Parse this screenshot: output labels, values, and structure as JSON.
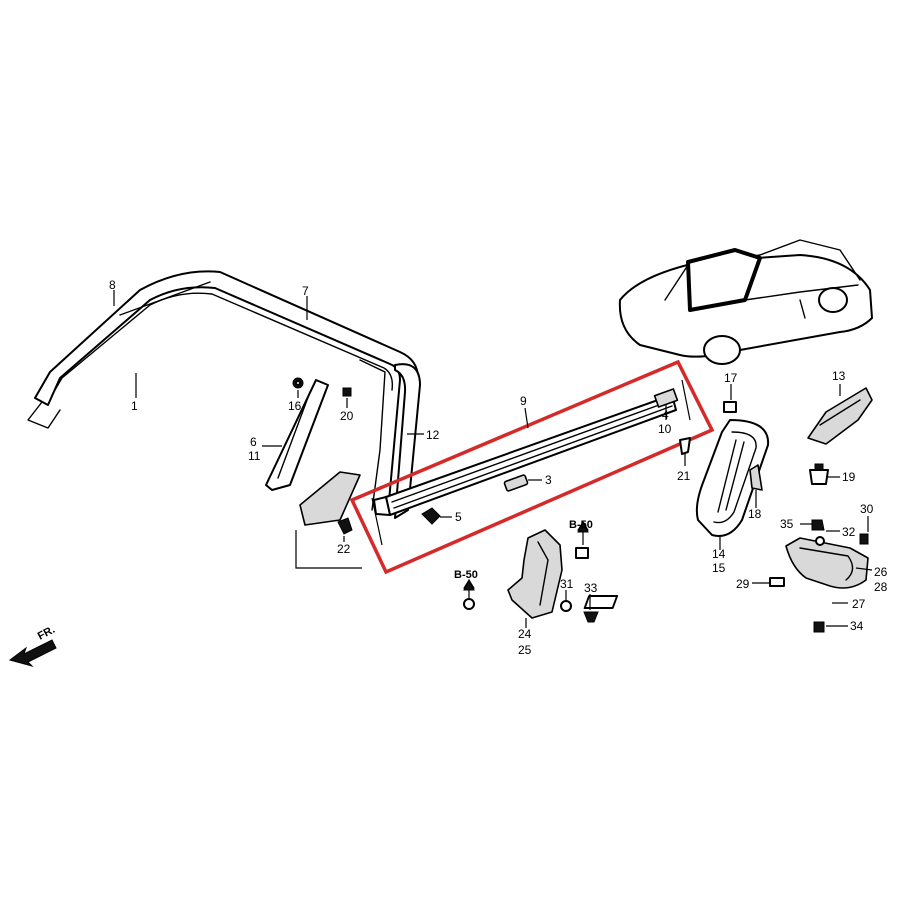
{
  "callouts": {
    "c1": "1",
    "c3": "3",
    "c4": "4",
    "c5": "5",
    "c6": "6",
    "c7": "7",
    "c8": "8",
    "c9": "9",
    "c10": "10",
    "c11": "11",
    "c12": "12",
    "c13": "13",
    "c14": "14",
    "c15": "15",
    "c16": "16",
    "c17": "17",
    "c18": "18",
    "c19": "19",
    "c20": "20",
    "c21": "21",
    "c22": "22",
    "c24": "24",
    "c25": "25",
    "c26": "26",
    "c27": "27",
    "c28": "28",
    "c29": "29",
    "c30": "30",
    "c31": "31",
    "c32": "32",
    "c33": "33",
    "c34": "34",
    "c35": "35"
  },
  "ref_marks": {
    "b50_left": "B-50",
    "b50_center": "B-50"
  },
  "direction": {
    "label": "FR."
  },
  "colors": {
    "highlight": "#d42a2a",
    "line": "#000000",
    "background": "#ffffff"
  }
}
